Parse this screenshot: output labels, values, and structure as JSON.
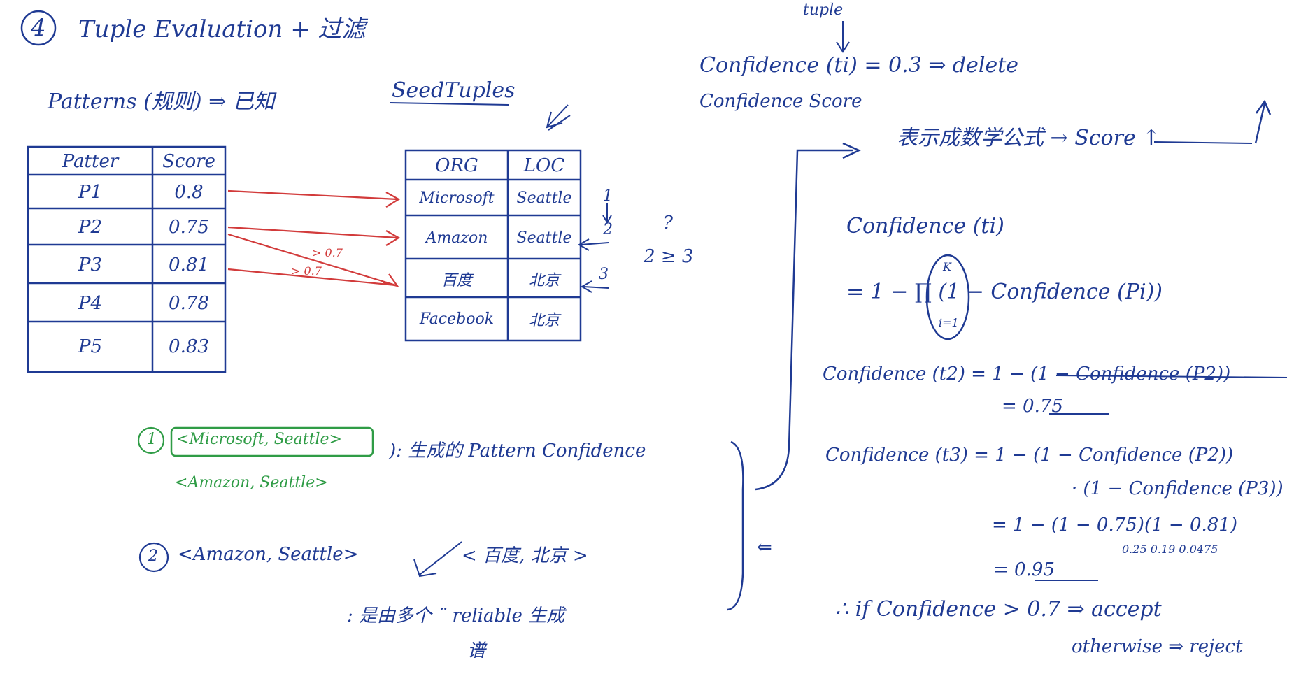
{
  "heading": {
    "number": "4",
    "title": "Tuple Evaluation + 过滤"
  },
  "patterns_line": {
    "text": "Patterns (规则) ⇒ 已知"
  },
  "seed_label": "SeedTuples",
  "pattern_table": {
    "headers": [
      "Patter",
      "Score"
    ],
    "rows": [
      [
        "P1",
        "0.8"
      ],
      [
        "P2",
        "0.75"
      ],
      [
        "P3",
        "0.81"
      ],
      [
        "P4",
        "0.78"
      ],
      [
        "P5",
        "0.83"
      ]
    ]
  },
  "seed_table": {
    "headers": [
      "ORG",
      "LOC"
    ],
    "rows": [
      [
        "Microsoft",
        "Seattle"
      ],
      [
        "Amazon",
        "Seattle"
      ],
      [
        "百度",
        "北京"
      ],
      [
        "Facebook",
        "北京"
      ]
    ]
  },
  "arrow_labels": {
    "a": "> 0.7",
    "b": "> 0.7"
  },
  "side_notes": {
    "n1": "1",
    "n2": "2",
    "n3": "3",
    "q": "?",
    "ineq": "2 ≥ 3"
  },
  "examples": {
    "e1_num": "1",
    "e1_line1": "<Microsoft, Seattle>",
    "e1_line2": "<Amazon, Seattle>",
    "e1_text": "): 生成的 Pattern Confidence",
    "e2_num": "2",
    "e2_left": "<Amazon, Seattle>",
    "e2_right": "< 百度, 北京 >",
    "e2_text": ": 是由多个 ¨ reliable 生成",
    "e2_sub": "谱",
    "brace_arrow": "⇐"
  },
  "right": {
    "tuple_label": "tuple",
    "conf_line": "Confidence (ti) = 0.3 ⇒ delete",
    "conf_score": "Confidence Score",
    "formula_label": "表示成数学公式 → Score ↑",
    "conf_ti": "Confidence (ti)",
    "formula": "= 1 − ∏ (1 − Confidence (Pi))",
    "prod_top": "K",
    "prod_bottom": "i=1",
    "t2_line": "Confidence (t2) = 1 − (1 − Confidence (P2))",
    "t2_val": "= 0.75",
    "t3_line1": "Confidence (t3) = 1 − (1 − Confidence (P2))",
    "t3_line2": "· (1 − Confidence (P3))",
    "t3_line3": "= 1 − (1 − 0.75)(1 − 0.81)",
    "t3_under": "0.25        0.19   0.0475",
    "t3_val": "= 0.95",
    "rule1": "∴ if Confidence > 0.7 ⇒ accept",
    "rule2": "otherwise ⇒ reject"
  },
  "colors": {
    "ink": "#1f3a93",
    "green": "#2f9c46",
    "red": "#d23b3b"
  }
}
